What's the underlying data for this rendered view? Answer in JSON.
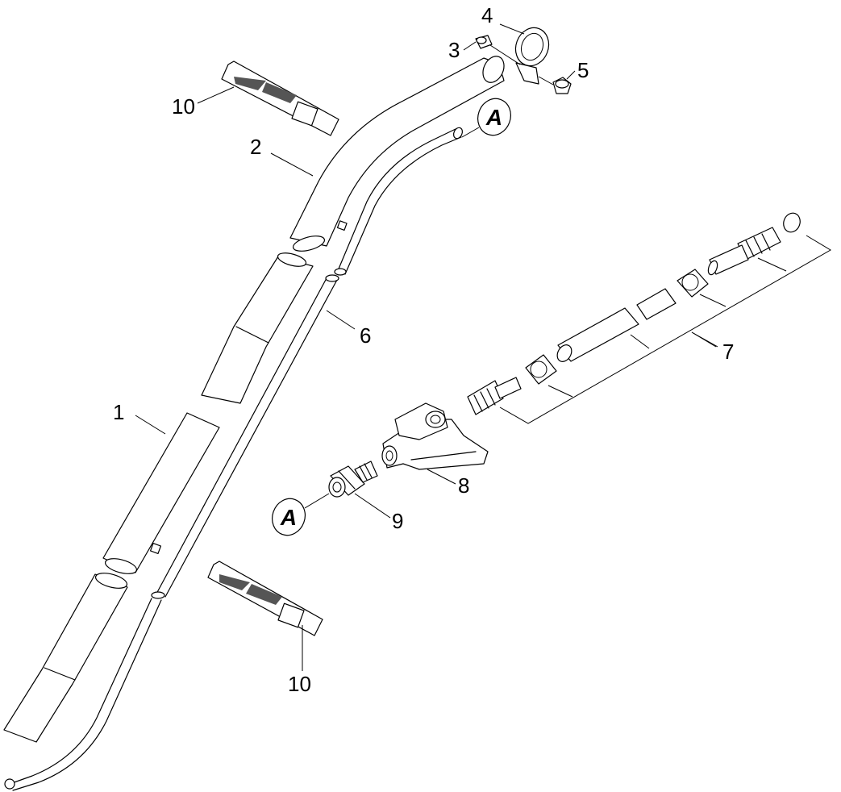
{
  "callouts": {
    "p1": "1",
    "p2": "2",
    "p3": "3",
    "p4": "4",
    "p5": "5",
    "p6": "6",
    "p7": "7",
    "p8": "8",
    "p9": "9",
    "p10_top": "10",
    "p10_bottom": "10"
  },
  "markers": {
    "top": "A",
    "bottom": "A"
  },
  "icons": {
    "hose_clip": "hose-clip-icon",
    "spray_gun": "spray-gun-icon"
  }
}
